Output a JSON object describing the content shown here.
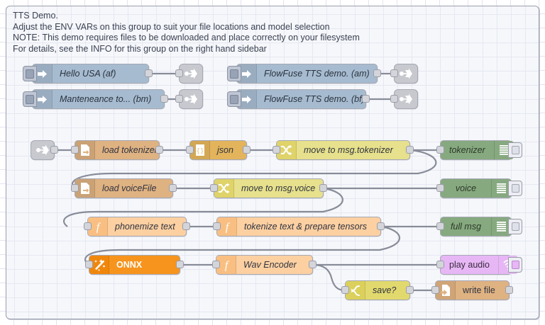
{
  "editor": {
    "app": "Node-RED flow editor",
    "canvas_grid": "20px"
  },
  "group": {
    "name": "TTS Demo group",
    "label_lines": [
      "TTS Demo.",
      "Adjust the ENV VARs on this group to suit your file locations and model selection",
      "NOTE: This demo requires files to be downloaded and place correctly on your filesystem",
      "For details, see the INFO for this group on the right hand sidebar"
    ],
    "label_text": "TTS Demo.\nAdjust the ENV VARs on this group to suit your file locations and model selection\nNOTE: This demo requires files to be downloaded and place correctly on your filesystem\nFor details, see the INFO for this group on the right hand sidebar"
  },
  "colors": {
    "inject": "#a6bbcf",
    "file": "#dfb282",
    "json": "#e3b45b",
    "change": "#e7e08c",
    "function": "#fdd0a2",
    "debug": "#87a980",
    "onnx": "#f7941e",
    "audio": "#e7b7f5",
    "switch": "#e2d96e",
    "link": "#c7c9cf",
    "wire": "#888c99",
    "group_bg": "#f6f7fb",
    "group_border": "#9b9fae",
    "grid": "#e3e3f0"
  },
  "nodes": {
    "inject_hello_usa": {
      "label": "Hello USA (af)",
      "type": "inject",
      "icon": "inject-arrow-icon"
    },
    "inject_maintenance": {
      "label": "Manteneance to... (bm)",
      "type": "inject",
      "icon": "inject-arrow-icon"
    },
    "inject_ff_am": {
      "label": "FlowFuse TTS demo. (am)",
      "type": "inject",
      "icon": "inject-arrow-icon"
    },
    "inject_ff_bf": {
      "label": "FlowFuse TTS demo. (bf)",
      "type": "inject",
      "icon": "inject-arrow-icon"
    },
    "link_out_1": {
      "label": "",
      "type": "link out",
      "icon": "link-out-icon"
    },
    "link_out_2": {
      "label": "",
      "type": "link out",
      "icon": "link-out-icon"
    },
    "link_out_3": {
      "label": "",
      "type": "link out",
      "icon": "link-out-icon"
    },
    "link_out_4": {
      "label": "",
      "type": "link out",
      "icon": "link-out-icon"
    },
    "link_in_1": {
      "label": "",
      "type": "link in",
      "icon": "link-in-icon"
    },
    "load_tokenizer": {
      "label": "load tokenizer",
      "type": "file in",
      "icon": "file-icon"
    },
    "json": {
      "label": "json",
      "type": "json",
      "icon": "json-braces-icon"
    },
    "move_tokenizer": {
      "label": "move to msg.tokenizer",
      "type": "change",
      "icon": "change-shuffle-icon"
    },
    "debug_tokenizer": {
      "label": "tokenizer",
      "type": "debug",
      "icon": "debug-lines-icon"
    },
    "load_voicefile": {
      "label": "load voiceFile",
      "type": "file in",
      "icon": "file-icon"
    },
    "move_voice": {
      "label": "move to msg.voice",
      "type": "change",
      "icon": "change-shuffle-icon"
    },
    "debug_voice": {
      "label": "voice",
      "type": "debug",
      "icon": "debug-lines-icon"
    },
    "phonemize_text": {
      "label": "phonemize text",
      "type": "function",
      "icon": "function-f-icon"
    },
    "tokenize_tensors": {
      "label": "tokenize text & prepare tensors",
      "type": "function",
      "icon": "function-f-icon"
    },
    "debug_full_msg": {
      "label": "full msg",
      "type": "debug",
      "icon": "debug-lines-icon"
    },
    "onnx": {
      "label": "ONNX",
      "type": "onnx",
      "icon": "magic-wand-icon"
    },
    "wav_encoder": {
      "label": "Wav Encoder",
      "type": "function",
      "icon": "function-f-icon"
    },
    "play_audio": {
      "label": "play audio",
      "type": "audio out",
      "icon": "speaker-waves-icon"
    },
    "save_switch": {
      "label": "save?",
      "type": "switch",
      "icon": "switch-fork-icon"
    },
    "write_file": {
      "label": "write file",
      "type": "file out",
      "icon": "file-out-icon"
    }
  }
}
